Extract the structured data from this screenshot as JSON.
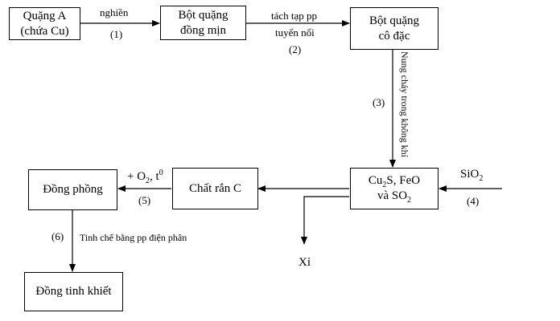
{
  "nodes": {
    "ore_a": {
      "line1": "Quặng A",
      "line2": "(chứa Cu)"
    },
    "fine_powder": {
      "line1": "Bột quặng",
      "line2": "đồng mịn"
    },
    "concentrate": {
      "line1": "Bột quặng",
      "line2": "cô đặc"
    },
    "mixture": {
      "line1_a": "Cu",
      "line1_sub": "2",
      "line1_b": "S, FeO",
      "line2_a": "và SO",
      "line2_sub": "2"
    },
    "solid_c": {
      "label": "Chất rắn C"
    },
    "blister": {
      "label": "Đồng phồng"
    },
    "pure_copper": {
      "label": "Đồng tinh khiết"
    },
    "slag": {
      "label": "Xỉ"
    }
  },
  "steps": {
    "s1": {
      "text": "nghiền",
      "num": "(1)"
    },
    "s2": {
      "line1": "tách tạp pp",
      "line2": "tuyển nổi",
      "num": "(2)"
    },
    "s3": {
      "text": "Nung chảy trong không khí",
      "num": "(3)"
    },
    "s4": {
      "reagent": "SiO",
      "reagent_sub": "2",
      "num": "(4)"
    },
    "s5": {
      "prefix": "+ O",
      "o_sub": "2",
      "mid": ", t",
      "t_sup": "0",
      "num": "(5)"
    },
    "s6": {
      "text": "Tinh chế bằng pp điện phân",
      "num": "(6)"
    }
  }
}
